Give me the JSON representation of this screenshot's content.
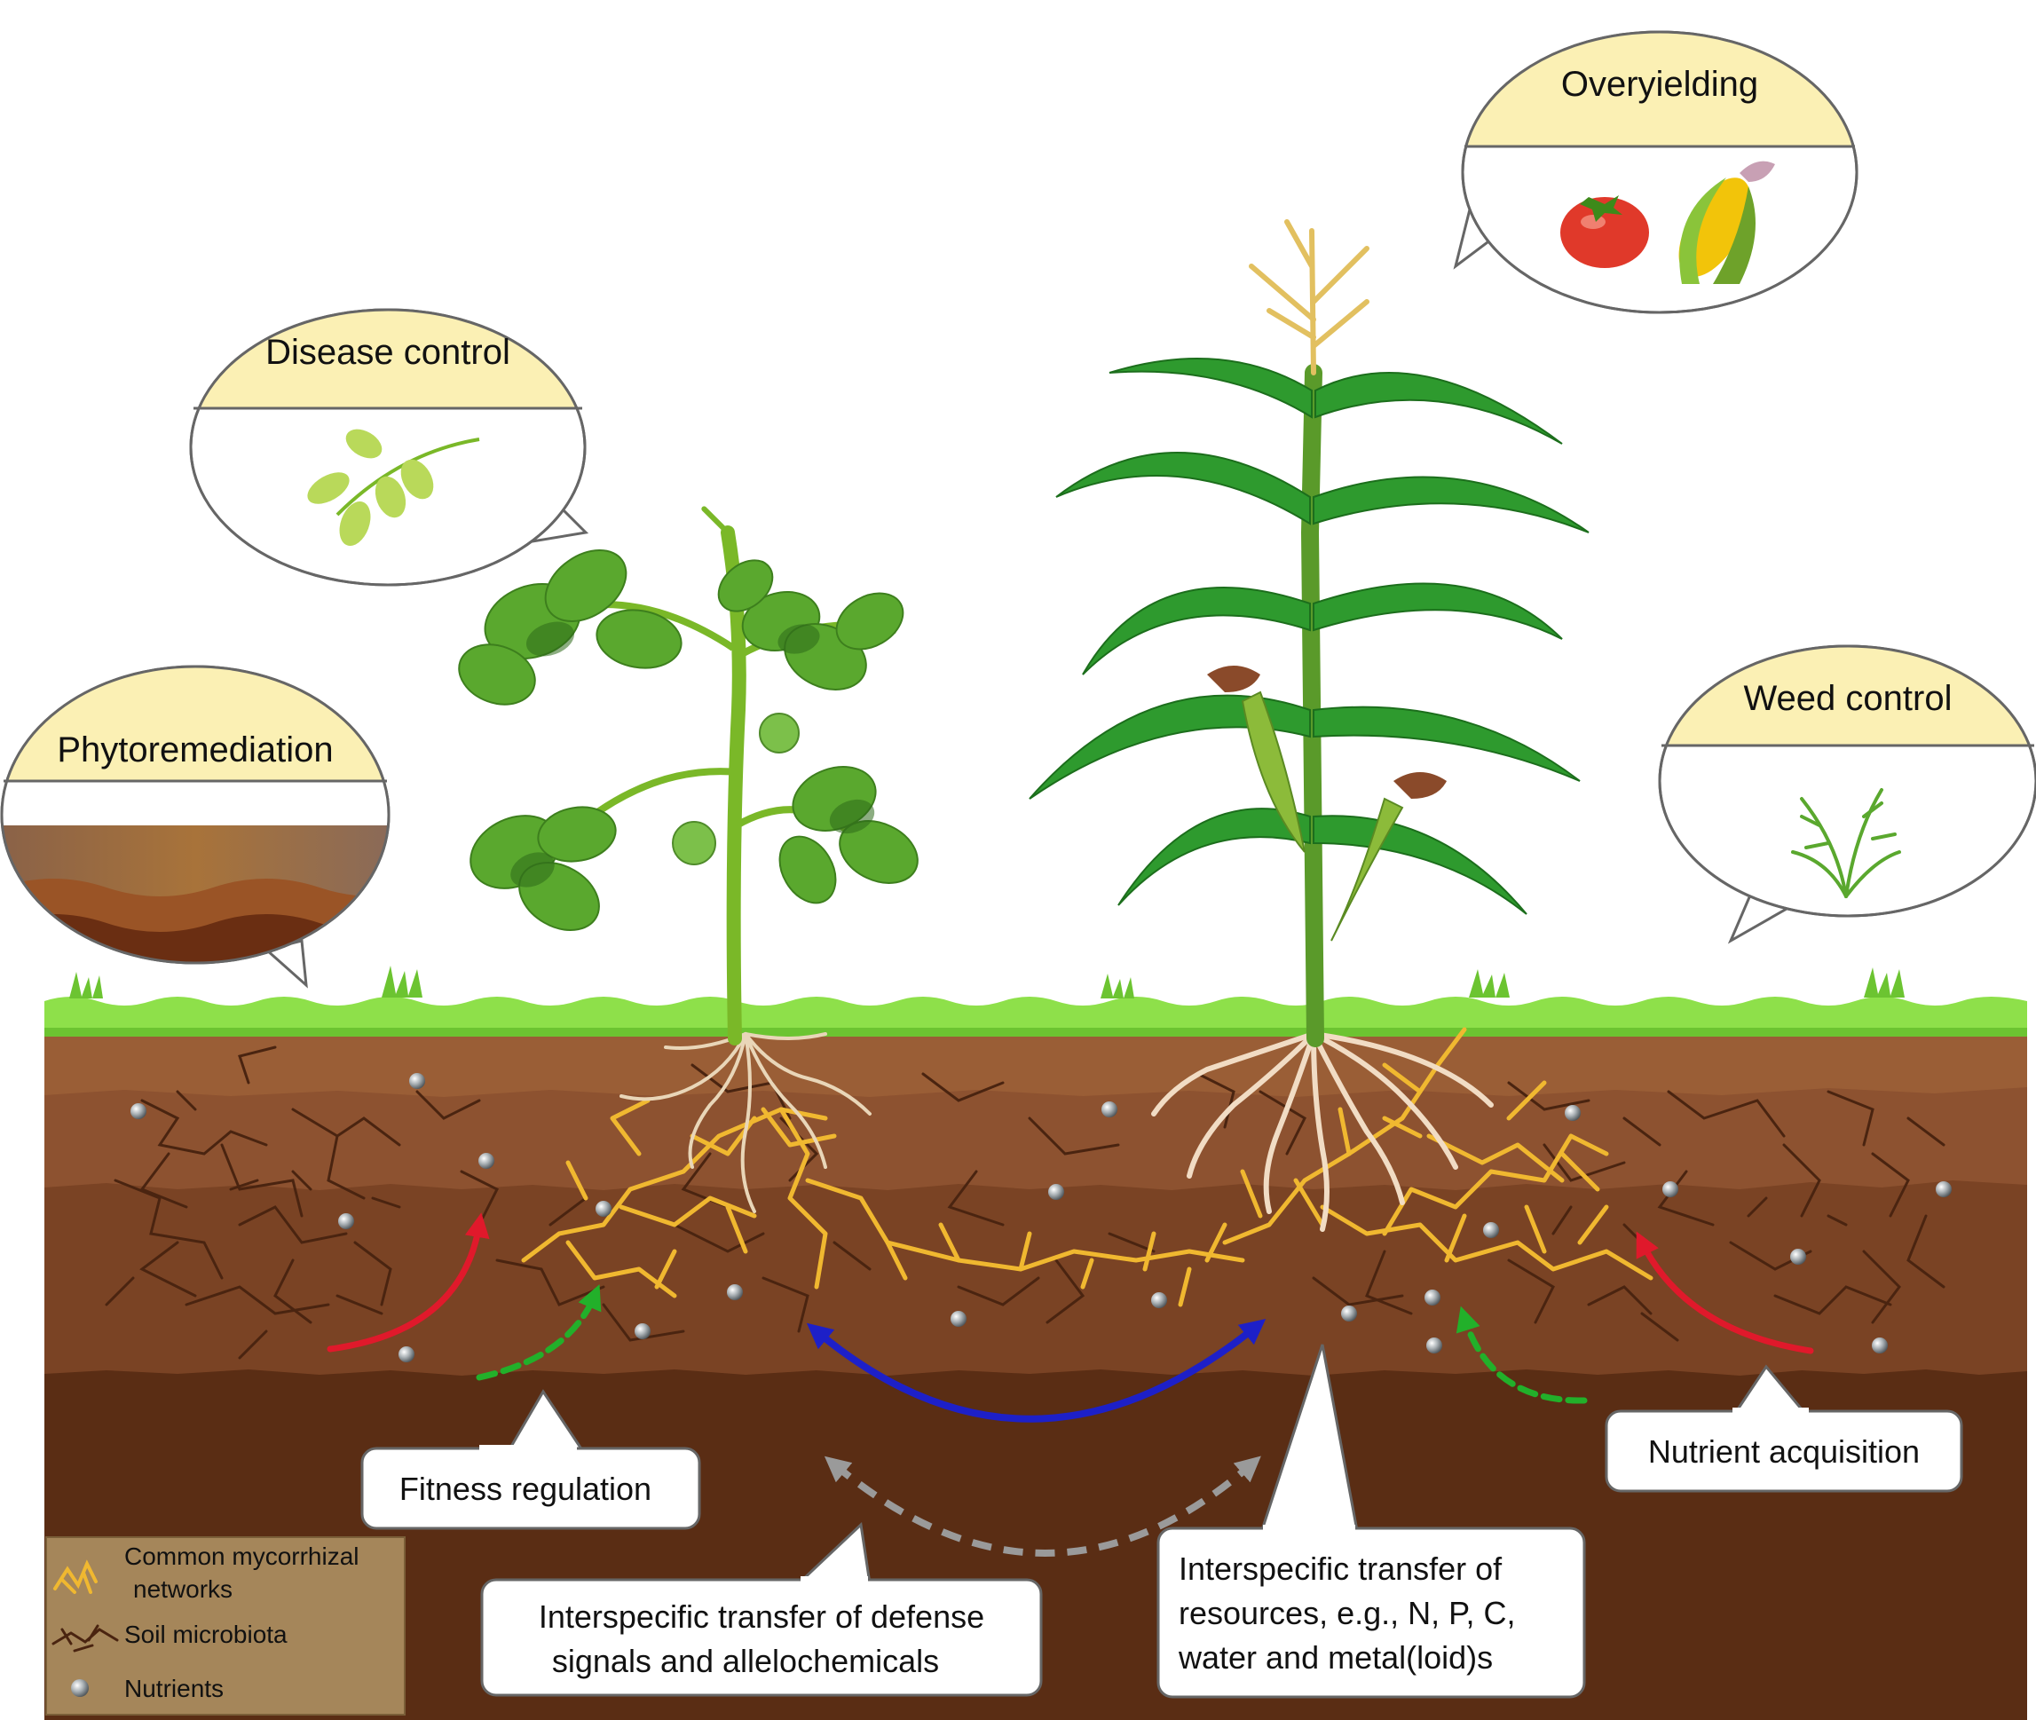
{
  "bubbles": {
    "phytoremediation": "Phytoremediation",
    "disease_control": "Disease control",
    "overyielding": "Overyielding",
    "weed_control": "Weed control"
  },
  "callouts": {
    "fitness_regulation": "Fitness regulation",
    "nutrient_acquisition": "Nutrient acquisition",
    "defense_line1": "Interspecific transfer of defense",
    "defense_line2": "signals and allelochemicals",
    "resources_line1": "Interspecific transfer of",
    "resources_line2": "resources, e.g., N, P, C,",
    "resources_line3": "water and metal(loid)s"
  },
  "legend": {
    "cmn_line1": "Common mycorrhizal",
    "cmn_line2": "networks",
    "soil_microbiota": "Soil microbiota",
    "nutrients": "Nutrients"
  },
  "colors": {
    "bubble_header": "#fbf0b4",
    "grass": "#8ee04a",
    "soil_top": "#9a5e36",
    "soil_mid": "#7a4324",
    "soil_deep": "#5a2d14",
    "cmn": "#f0b830",
    "microbiota": "#4a2410",
    "arrow_red": "#e0192b",
    "arrow_green": "#22b02a",
    "arrow_blue": "#1d20c8",
    "arrow_grey": "#9a9a9a",
    "legend_bg": "#a5865a"
  }
}
